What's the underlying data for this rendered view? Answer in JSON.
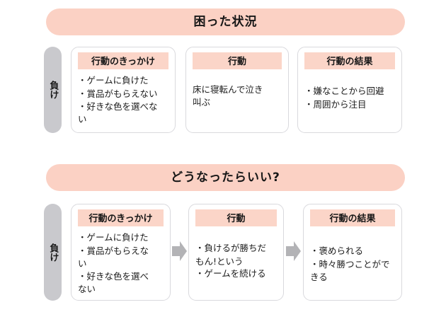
{
  "diagram": {
    "sections": [
      {
        "id": "problem",
        "banner_title": "困った状況",
        "side_label": "負け",
        "has_arrows": false,
        "cards": [
          {
            "header": "行動のきっかけ",
            "lines": [
              "・ゲームに負けた",
              "・賞品がもらえない",
              "・好きな色を選べな",
              "い"
            ]
          },
          {
            "header": "行動",
            "lines": [
              "床に寝転んで泣き",
              "叫ぶ"
            ]
          },
          {
            "header": "行動の結果",
            "lines": [
              "・嫌なことから回避",
              "・周囲から注目"
            ]
          }
        ]
      },
      {
        "id": "goal",
        "banner_title": "どうなったらいい?",
        "side_label": "負け",
        "has_arrows": true,
        "cards": [
          {
            "header": "行動のきっかけ",
            "lines": [
              "・ゲームに負けた",
              "・賞品がもらえな",
              "い",
              "・好きな色を選べ",
              "ない"
            ]
          },
          {
            "header": "行動",
            "lines": [
              "・負けるが勝ちだ",
              "もん!という",
              "・ゲームを続ける"
            ]
          },
          {
            "header": "行動の結果",
            "lines": [
              "・褒められる",
              "・時々勝つことがで",
              "きる"
            ]
          }
        ]
      }
    ],
    "icons": {
      "arrow": "arrow-right-icon"
    },
    "colors": {
      "banner_pink": "#fbd1c4",
      "header_pink": "#fbd5c8",
      "sidebar_gray": "#c9c9cd",
      "arrow_gray": "#b3b3b6",
      "card_border": "#d9d9dd",
      "text": "#1b1b1b"
    }
  }
}
